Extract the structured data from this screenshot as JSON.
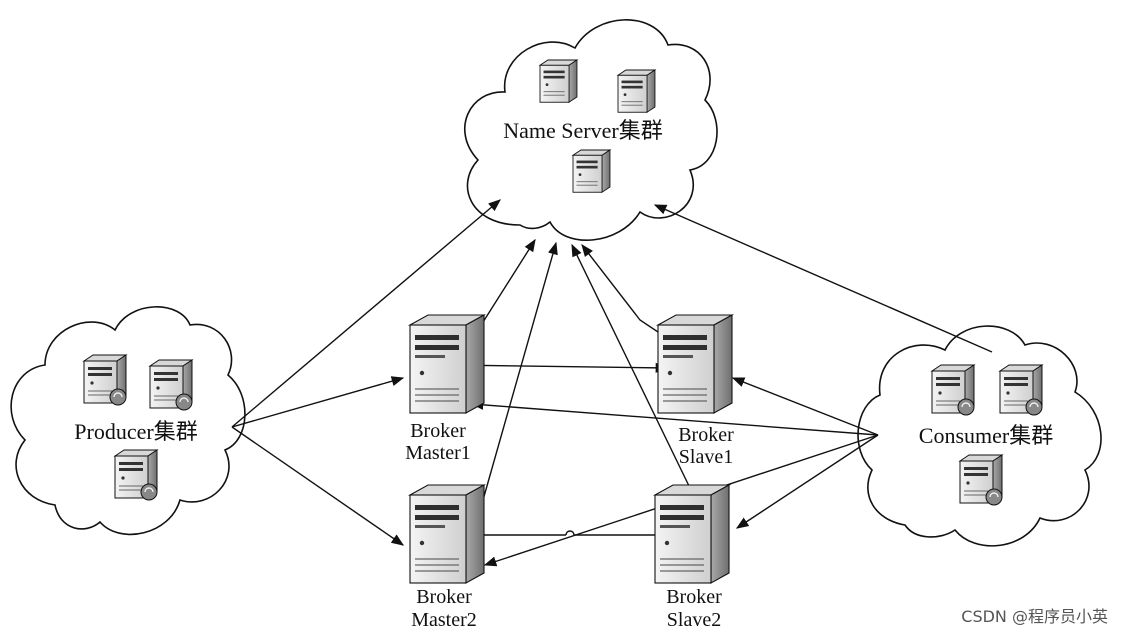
{
  "clusters": {
    "name_server": {
      "label": "Name Server集群",
      "icon": "server-icon"
    },
    "producer": {
      "label": "Producer集群",
      "icon": "client-server-icon"
    },
    "consumer": {
      "label": "Consumer集群",
      "icon": "client-server-icon"
    }
  },
  "brokers": {
    "master1": {
      "line1": "Broker",
      "line2": "Master1",
      "icon": "broker-server-icon"
    },
    "slave1": {
      "line1": "Broker",
      "line2": "Slave1",
      "icon": "broker-server-icon"
    },
    "master2": {
      "line1": "Broker",
      "line2": "Master2",
      "icon": "broker-server-icon"
    },
    "slave2": {
      "line1": "Broker",
      "line2": "Slave2",
      "icon": "broker-server-icon"
    }
  },
  "watermark": "CSDN @程序员小英",
  "colors": {
    "line": "#111111",
    "server_body": "#e6e6e6",
    "server_side": "#9a9a9a"
  }
}
